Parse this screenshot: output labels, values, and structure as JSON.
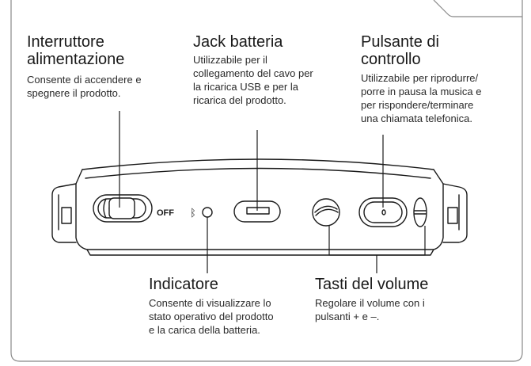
{
  "callouts": {
    "power_switch": {
      "title_line1": "Interruttore",
      "title_line2": "alimentazione",
      "desc_line1": "Consente di accendere e",
      "desc_line2": "spegnere il prodotto."
    },
    "battery_jack": {
      "title": "Jack batteria",
      "desc_line1": "Utilizzabile per il",
      "desc_line2": "collegamento del cavo per",
      "desc_line3": "la ricarica USB e per la",
      "desc_line4": "ricarica del prodotto."
    },
    "control_button": {
      "title_line1": "Pulsante di",
      "title_line2": "controllo",
      "desc_line1": "Utilizzabile per riprodurre/",
      "desc_line2": "porre in pausa la musica e",
      "desc_line3": "per rispondere/terminare",
      "desc_line4": "una chiamata telefonica."
    },
    "indicator": {
      "title": "Indicatore",
      "desc_line1": "Consente di visualizzare lo",
      "desc_line2": "stato operativo del prodotto",
      "desc_line3": "e la carica della batteria."
    },
    "volume_keys": {
      "title": "Tasti del volume",
      "desc_line1": "Regolare il volume con i",
      "desc_line2": "pulsanti + e –."
    }
  },
  "device_labels": {
    "off_label": "OFF",
    "bluetooth_icon": "bluetooth-icon"
  },
  "colors": {
    "line": "#1a1a1a",
    "frame": "#888888"
  }
}
